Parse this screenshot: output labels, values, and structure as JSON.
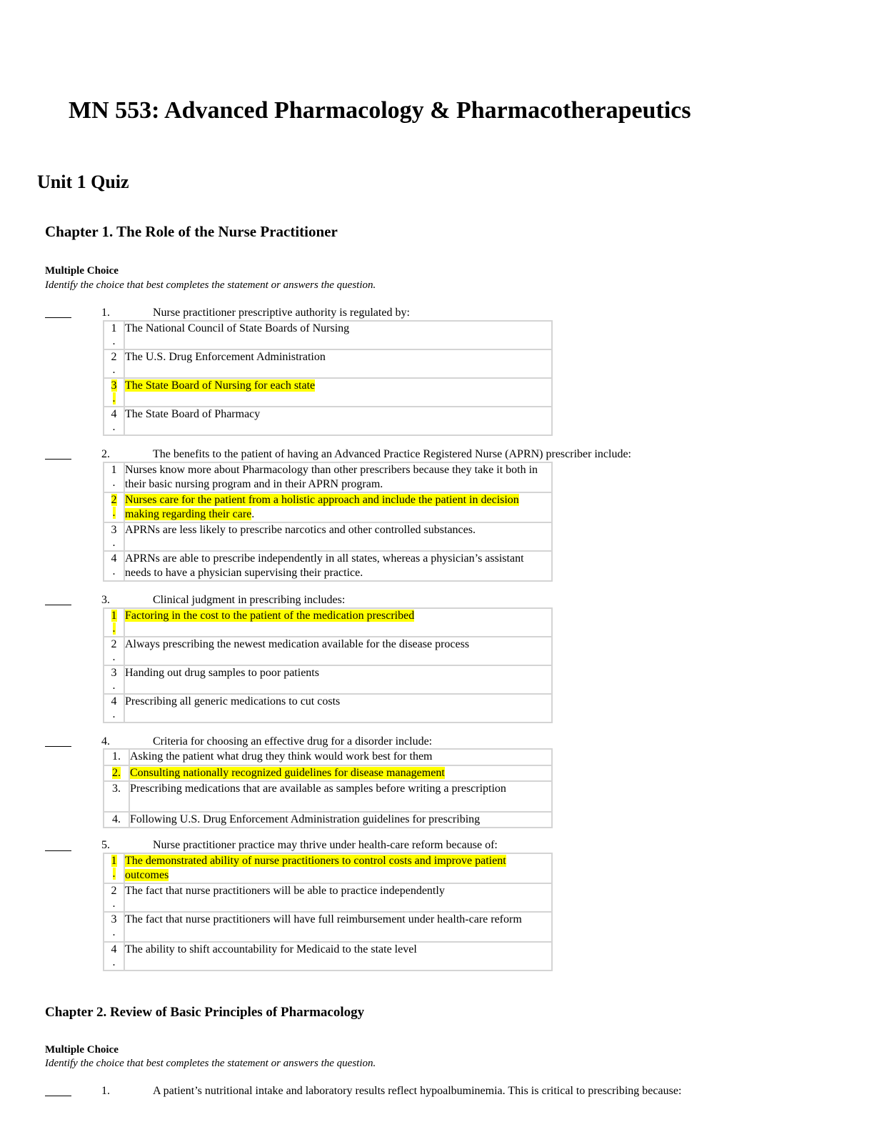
{
  "course_title": "MN 553: Advanced Pharmacology & Pharmacotherapeutics",
  "unit_title": "Unit 1 Quiz",
  "chapter1": {
    "title": "Chapter 1. The Role of the Nurse Practitioner",
    "section_label": "Multiple Choice",
    "instructions": "Identify the choice that best completes the statement or answers the question.",
    "questions": [
      {
        "number": "1.",
        "text": "Nurse practitioner prescriptive authority is regulated by:",
        "options": [
          {
            "num": "1",
            "text": "The National Council of State Boards of Nursing"
          },
          {
            "num": "2",
            "text": "The U.S. Drug Enforcement Administration"
          },
          {
            "num": "3",
            "text": "The State Board of Nursing for each state"
          },
          {
            "num": "4",
            "text": "The State Board of Pharmacy"
          }
        ]
      },
      {
        "number": "2.",
        "text": "The benefits to the patient of having an Advanced Practice Registered Nurse (APRN) prescriber include:",
        "options": [
          {
            "num": "1",
            "text": "Nurses know more about Pharmacology than other prescribers because they take it both in their basic nursing program and in their APRN program."
          },
          {
            "num": "2",
            "text": "Nurses care for the patient from a holistic approach and include the patient in decision making regarding their care",
            "suffix": "."
          },
          {
            "num": "3",
            "text": "APRNs are less likely to prescribe narcotics and other controlled substances."
          },
          {
            "num": "4",
            "text": "APRNs are able to prescribe independently in all states, whereas a physician’s assistant needs to have a physician supervising their practice."
          }
        ]
      },
      {
        "number": "3.",
        "text": "Clinical judgment in prescribing includes:",
        "options": [
          {
            "num": "1",
            "text": "Factoring in the cost to the patient of the medication prescribed"
          },
          {
            "num": "2",
            "text": "Always prescribing the newest medication available for the disease process"
          },
          {
            "num": "3",
            "text": "Handing out drug samples to poor patients"
          },
          {
            "num": "4",
            "text": "Prescribing all generic medications to cut costs"
          }
        ]
      },
      {
        "number": "4.",
        "text": "Criteria for choosing an effective drug for a disorder include:",
        "options": [
          {
            "num": "1.",
            "text": "Asking the patient what drug they think would work best for them"
          },
          {
            "num": "2.",
            "text": "Consulting nationally recognized guidelines for disease management"
          },
          {
            "num": "3.",
            "text": "Prescribing medications that are available as samples before writing a prescription"
          },
          {
            "num": "4.",
            "text": "Following U.S. Drug Enforcement Administration guidelines for prescribing"
          }
        ]
      },
      {
        "number": "5.",
        "text": "Nurse practitioner practice may thrive under health-care reform because of:",
        "options": [
          {
            "num": "1",
            "text": "The demonstrated ability of nurse practitioners to control costs and improve patient outcomes"
          },
          {
            "num": "2",
            "text": "The fact that nurse practitioners will be able to practice independently"
          },
          {
            "num": "3",
            "text": "The fact that nurse practitioners will have full reimbursement under health-care reform"
          },
          {
            "num": "4",
            "text": "The ability to shift accountability for Medicaid to the state level"
          }
        ]
      }
    ]
  },
  "chapter2": {
    "title": "Chapter 2. Review of Basic Principles of Pharmacology",
    "section_label": "Multiple Choice",
    "instructions": "Identify the choice that best completes the statement or answers the question.",
    "questions": [
      {
        "number": "1.",
        "text": "A patient’s nutritional intake and laboratory results reflect hypoalbuminemia. This is critical to prescribing because:"
      }
    ]
  },
  "colors": {
    "highlight": "#ffff00",
    "table_border": "#d4d4d4"
  }
}
